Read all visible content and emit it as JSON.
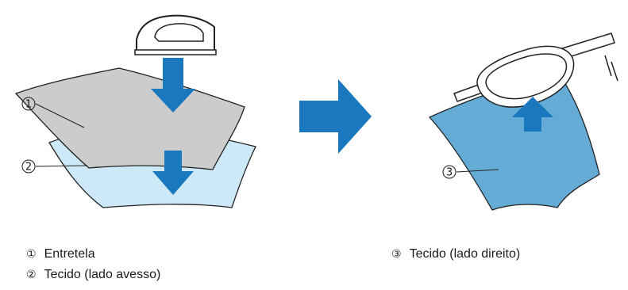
{
  "callouts": [
    {
      "num": "①",
      "label": "Entretela"
    },
    {
      "num": "②",
      "label": "Tecido (lado avesso)"
    },
    {
      "num": "③",
      "label": "Tecido (lado direito)"
    }
  ],
  "colors": {
    "stabilizer": "#cccccc",
    "fabric_back": "#cde9f7",
    "fabric_front": "#64acd6",
    "arrow": "#1a78bf"
  },
  "icons": [
    "iron-icon",
    "embroidery-hoop-icon"
  ]
}
